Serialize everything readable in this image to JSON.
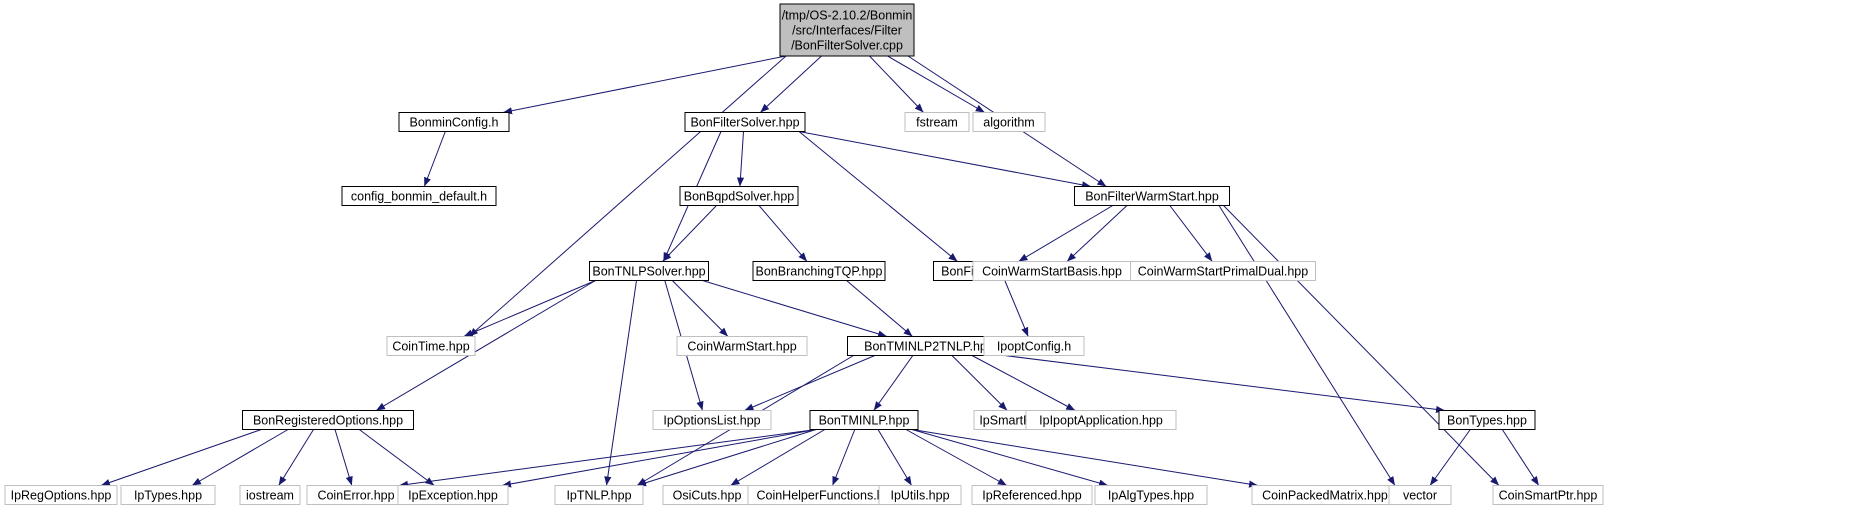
{
  "graph": {
    "title": "",
    "edge_color": "#191970",
    "nodes": [
      {
        "id": "root",
        "lines": [
          "/tmp/OS-2.10.2/Bonmin",
          "/src/Interfaces/Filter",
          "/BonFilterSolver.cpp"
        ],
        "kind": "root"
      },
      {
        "id": "bonminconfig",
        "lines": [
          "BonminConfig.h"
        ],
        "kind": "doc"
      },
      {
        "id": "config_default",
        "lines": [
          "config_bonmin_default.h"
        ],
        "kind": "doc"
      },
      {
        "id": "bonfiltersolver_hpp",
        "lines": [
          "BonFilterSolver.hpp"
        ],
        "kind": "doc"
      },
      {
        "id": "fstream",
        "lines": [
          "fstream"
        ],
        "kind": "ext"
      },
      {
        "id": "algorithm",
        "lines": [
          "algorithm"
        ],
        "kind": "ext"
      },
      {
        "id": "bonbqpdsolver",
        "lines": [
          "BonBqpdSolver.hpp"
        ],
        "kind": "doc"
      },
      {
        "id": "bonfilterwarmstart",
        "lines": [
          "BonFilterWarmStart.hpp"
        ],
        "kind": "doc"
      },
      {
        "id": "bontnlpsolver",
        "lines": [
          "BonTNLPSolver.hpp"
        ],
        "kind": "doc"
      },
      {
        "id": "bonbranchingtqp",
        "lines": [
          "BonBranchingTQP.hpp"
        ],
        "kind": "doc"
      },
      {
        "id": "bonfiltertypes",
        "lines": [
          "BonFilterTypes.hpp"
        ],
        "kind": "doc"
      },
      {
        "id": "coinwarmstartbasis",
        "lines": [
          "CoinWarmStartBasis.hpp"
        ],
        "kind": "ext"
      },
      {
        "id": "coinwarmstartprimaldual",
        "lines": [
          "CoinWarmStartPrimalDual.hpp"
        ],
        "kind": "ext"
      },
      {
        "id": "cointime",
        "lines": [
          "CoinTime.hpp"
        ],
        "kind": "ext"
      },
      {
        "id": "coinwarmstart",
        "lines": [
          "CoinWarmStart.hpp"
        ],
        "kind": "ext"
      },
      {
        "id": "bontminlp2tnlp",
        "lines": [
          "BonTMINLP2TNLP.hpp"
        ],
        "kind": "doc"
      },
      {
        "id": "ipoptconfig",
        "lines": [
          "IpoptConfig.h"
        ],
        "kind": "ext"
      },
      {
        "id": "bonregisteredoptions",
        "lines": [
          "BonRegisteredOptions.hpp"
        ],
        "kind": "doc"
      },
      {
        "id": "ipoptionslist",
        "lines": [
          "IpOptionsList.hpp"
        ],
        "kind": "ext"
      },
      {
        "id": "bontminlp",
        "lines": [
          "BonTMINLP.hpp"
        ],
        "kind": "doc"
      },
      {
        "id": "ipsmartptr",
        "lines": [
          "IpSmartPtr.hpp"
        ],
        "kind": "ext"
      },
      {
        "id": "ipipoptapplication",
        "lines": [
          "IpIpoptApplication.hpp"
        ],
        "kind": "ext"
      },
      {
        "id": "bontypes",
        "lines": [
          "BonTypes.hpp"
        ],
        "kind": "doc"
      },
      {
        "id": "ipregoptions",
        "lines": [
          "IpRegOptions.hpp"
        ],
        "kind": "ext"
      },
      {
        "id": "iptypes",
        "lines": [
          "IpTypes.hpp"
        ],
        "kind": "ext"
      },
      {
        "id": "iostream",
        "lines": [
          "iostream"
        ],
        "kind": "ext"
      },
      {
        "id": "coinerror",
        "lines": [
          "CoinError.hpp"
        ],
        "kind": "ext"
      },
      {
        "id": "ipexception",
        "lines": [
          "IpException.hpp"
        ],
        "kind": "ext"
      },
      {
        "id": "iptnlp",
        "lines": [
          "IpTNLP.hpp"
        ],
        "kind": "ext"
      },
      {
        "id": "osicuts",
        "lines": [
          "OsiCuts.hpp"
        ],
        "kind": "ext"
      },
      {
        "id": "coinhelperfunctions",
        "lines": [
          "CoinHelperFunctions.hpp"
        ],
        "kind": "ext"
      },
      {
        "id": "iputils",
        "lines": [
          "IpUtils.hpp"
        ],
        "kind": "ext"
      },
      {
        "id": "ipreferenced",
        "lines": [
          "IpReferenced.hpp"
        ],
        "kind": "ext"
      },
      {
        "id": "ipalgtypes",
        "lines": [
          "IpAlgTypes.hpp"
        ],
        "kind": "ext"
      },
      {
        "id": "coinpackedmatrix",
        "lines": [
          "CoinPackedMatrix.hpp"
        ],
        "kind": "ext"
      },
      {
        "id": "vector",
        "lines": [
          "vector"
        ],
        "kind": "ext"
      },
      {
        "id": "coinsmartptr",
        "lines": [
          "CoinSmartPtr.hpp"
        ],
        "kind": "ext"
      }
    ],
    "edges": [
      [
        "root",
        "bonminconfig"
      ],
      [
        "root",
        "bonfiltersolver_hpp"
      ],
      [
        "root",
        "fstream"
      ],
      [
        "root",
        "algorithm"
      ],
      [
        "root",
        "bonfilterwarmstart"
      ],
      [
        "root",
        "cointime"
      ],
      [
        "bonminconfig",
        "config_default"
      ],
      [
        "bonfiltersolver_hpp",
        "bonbqpdsolver"
      ],
      [
        "bonfiltersolver_hpp",
        "bonfilterwarmstart"
      ],
      [
        "bonfiltersolver_hpp",
        "bontnlpsolver"
      ],
      [
        "bonfiltersolver_hpp",
        "bonfiltertypes"
      ],
      [
        "bonbqpdsolver",
        "bontnlpsolver"
      ],
      [
        "bonbqpdsolver",
        "bonbranchingtqp"
      ],
      [
        "bonfilterwarmstart",
        "bonfiltertypes"
      ],
      [
        "bonfilterwarmstart",
        "coinwarmstartbasis"
      ],
      [
        "bonfilterwarmstart",
        "coinwarmstartprimaldual"
      ],
      [
        "bonfilterwarmstart",
        "vector"
      ],
      [
        "bonfilterwarmstart",
        "coinsmartptr"
      ],
      [
        "bontnlpsolver",
        "cointime"
      ],
      [
        "bontnlpsolver",
        "coinwarmstart"
      ],
      [
        "bontnlpsolver",
        "bontminlp2tnlp"
      ],
      [
        "bontnlpsolver",
        "bonregisteredoptions"
      ],
      [
        "bontnlpsolver",
        "ipoptionslist"
      ],
      [
        "bontnlpsolver",
        "iptnlp"
      ],
      [
        "bonbranchingtqp",
        "bontminlp2tnlp"
      ],
      [
        "bonfiltertypes",
        "ipoptconfig"
      ],
      [
        "bontminlp2tnlp",
        "ipoptionslist"
      ],
      [
        "bontminlp2tnlp",
        "bontminlp"
      ],
      [
        "bontminlp2tnlp",
        "ipsmartptr"
      ],
      [
        "bontminlp2tnlp",
        "ipipoptapplication"
      ],
      [
        "bontminlp2tnlp",
        "bontypes"
      ],
      [
        "bontminlp2tnlp",
        "iptnlp"
      ],
      [
        "bonregisteredoptions",
        "ipregoptions"
      ],
      [
        "bonregisteredoptions",
        "iptypes"
      ],
      [
        "bonregisteredoptions",
        "iostream"
      ],
      [
        "bonregisteredoptions",
        "coinerror"
      ],
      [
        "bonregisteredoptions",
        "ipexception"
      ],
      [
        "bontminlp",
        "coinerror"
      ],
      [
        "bontminlp",
        "ipexception"
      ],
      [
        "bontminlp",
        "iptnlp"
      ],
      [
        "bontminlp",
        "osicuts"
      ],
      [
        "bontminlp",
        "coinhelperfunctions"
      ],
      [
        "bontminlp",
        "iputils"
      ],
      [
        "bontminlp",
        "ipreferenced"
      ],
      [
        "bontminlp",
        "ipalgtypes"
      ],
      [
        "bontminlp",
        "coinpackedmatrix"
      ],
      [
        "bontypes",
        "vector"
      ],
      [
        "bontypes",
        "coinsmartptr"
      ]
    ]
  }
}
